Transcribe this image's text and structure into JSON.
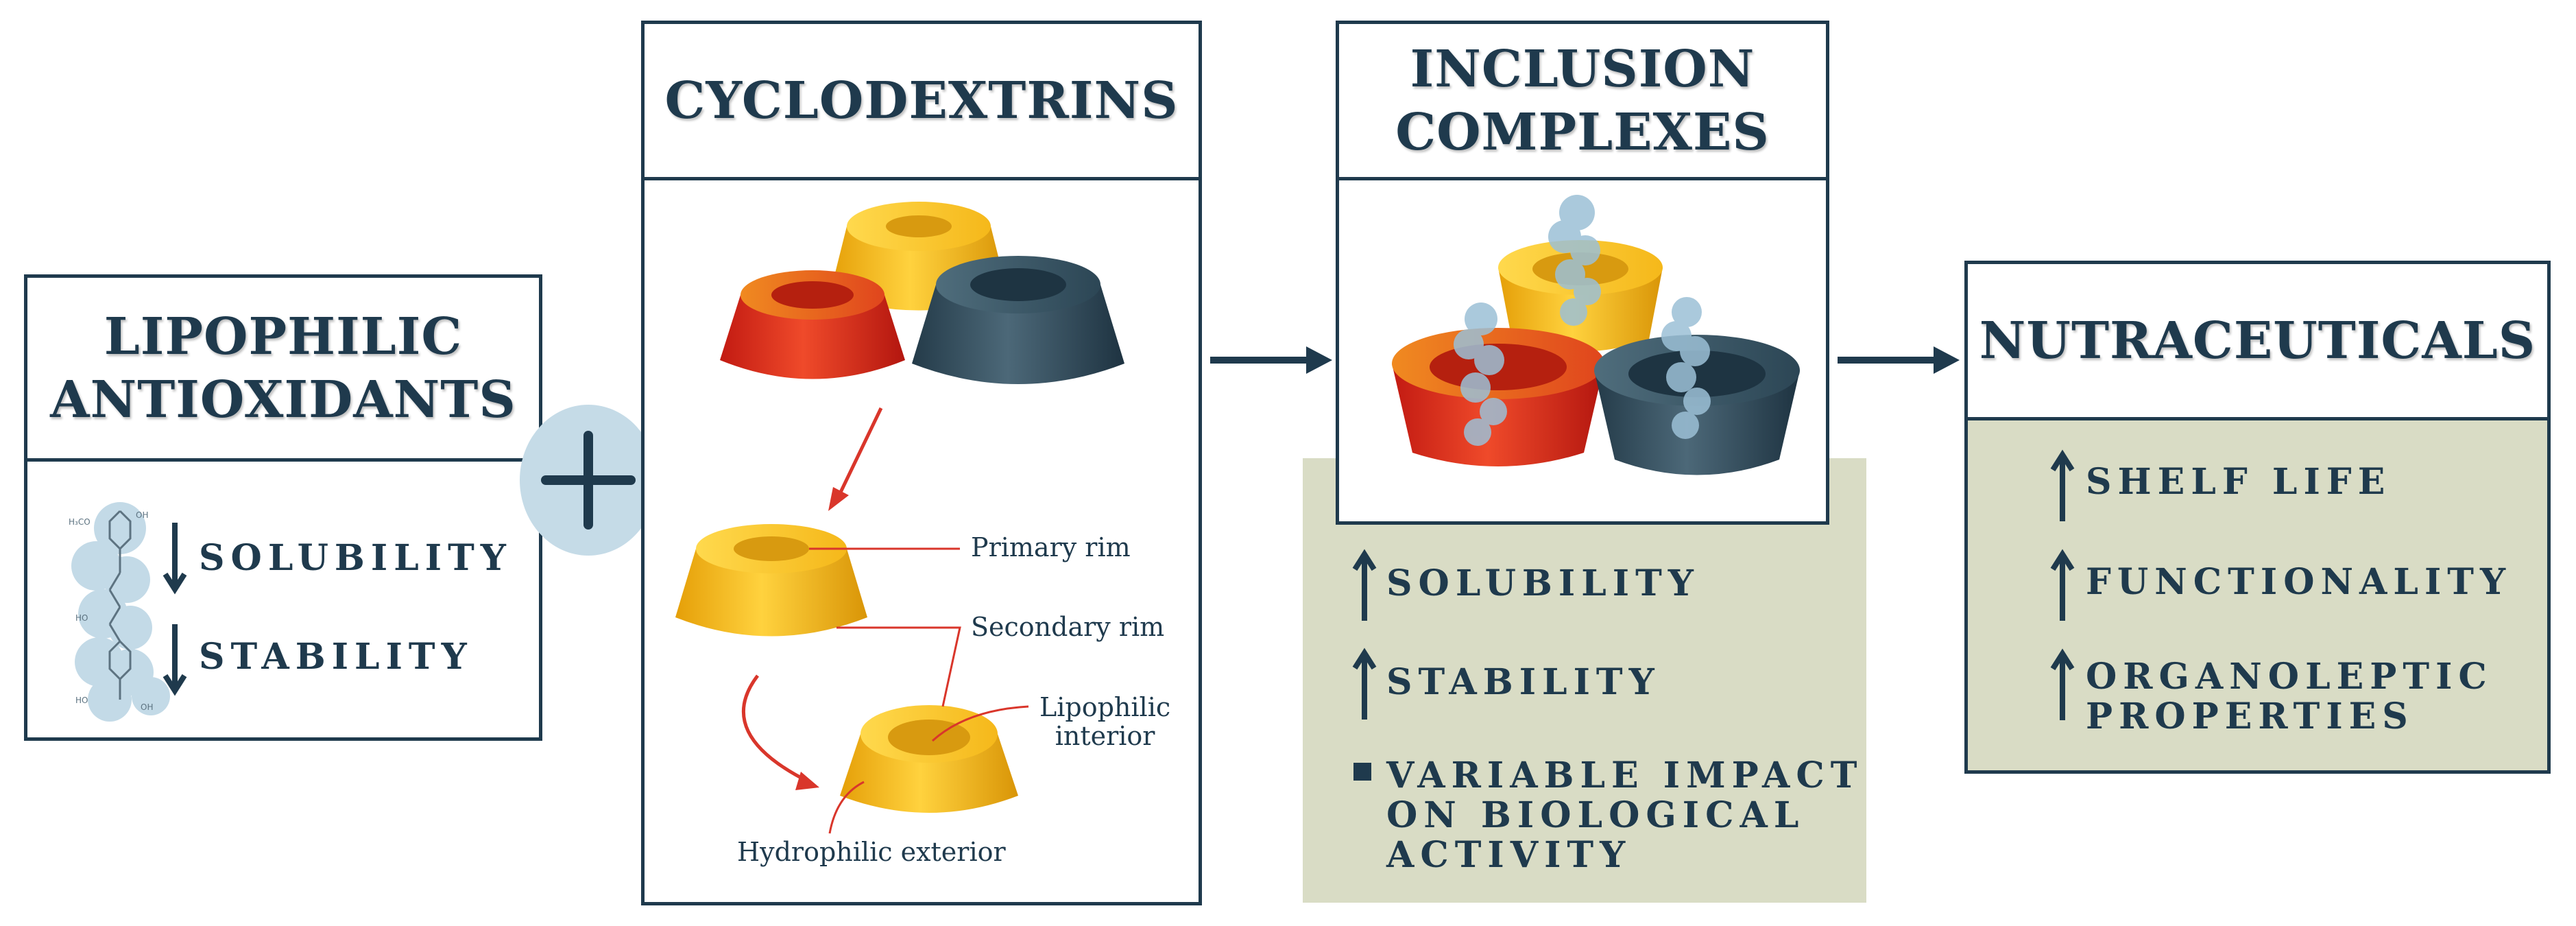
{
  "lipophilic": {
    "title_lines": [
      "LIPOPHILIC",
      "ANTIOXIDANTS"
    ],
    "properties": [
      {
        "label": "SOLUBILITY",
        "direction": "down"
      },
      {
        "label": "STABILITY",
        "direction": "down"
      }
    ]
  },
  "cyclodextrins": {
    "title": "CYCLODEXTRINS",
    "labels": {
      "primary_rim": "Primary rim",
      "secondary_rim": "Secondary rim",
      "lipophilic_interior_lines": [
        "Lipophilic",
        "interior"
      ],
      "hydrophilic_exterior": "Hydrophilic exterior"
    }
  },
  "inclusion": {
    "title_lines": [
      "INCLUSION",
      "COMPLEXES"
    ],
    "properties": [
      {
        "label": "SOLUBILITY",
        "direction": "up"
      },
      {
        "label": "STABILITY",
        "direction": "up"
      }
    ],
    "bullet_lines": [
      "VARIABLE IMPACT",
      "ON BIOLOGICAL",
      "ACTIVITY"
    ]
  },
  "nutraceuticals": {
    "title": "NUTRACEUTICALS",
    "properties": [
      {
        "label_lines": [
          "SHELF LIFE"
        ],
        "direction": "up"
      },
      {
        "label_lines": [
          "FUNCTIONALITY"
        ],
        "direction": "up"
      },
      {
        "label_lines": [
          "ORGANOLEPTIC",
          "PROPERTIES"
        ],
        "direction": "up"
      }
    ]
  },
  "colors": {
    "navy": "#1f3a4d",
    "panel_bg": "#d9dcc5",
    "plus_bg": "#c5dbe7",
    "red_cone": "#d9241b",
    "yellow_cone": "#f2b715",
    "dark_cone": "#2f4b5c",
    "arrow_red": "#d9362b"
  },
  "icons": [
    "plus-icon",
    "arrow-right-icon",
    "arrow-up-icon",
    "arrow-down-icon",
    "square-bullet-icon"
  ]
}
